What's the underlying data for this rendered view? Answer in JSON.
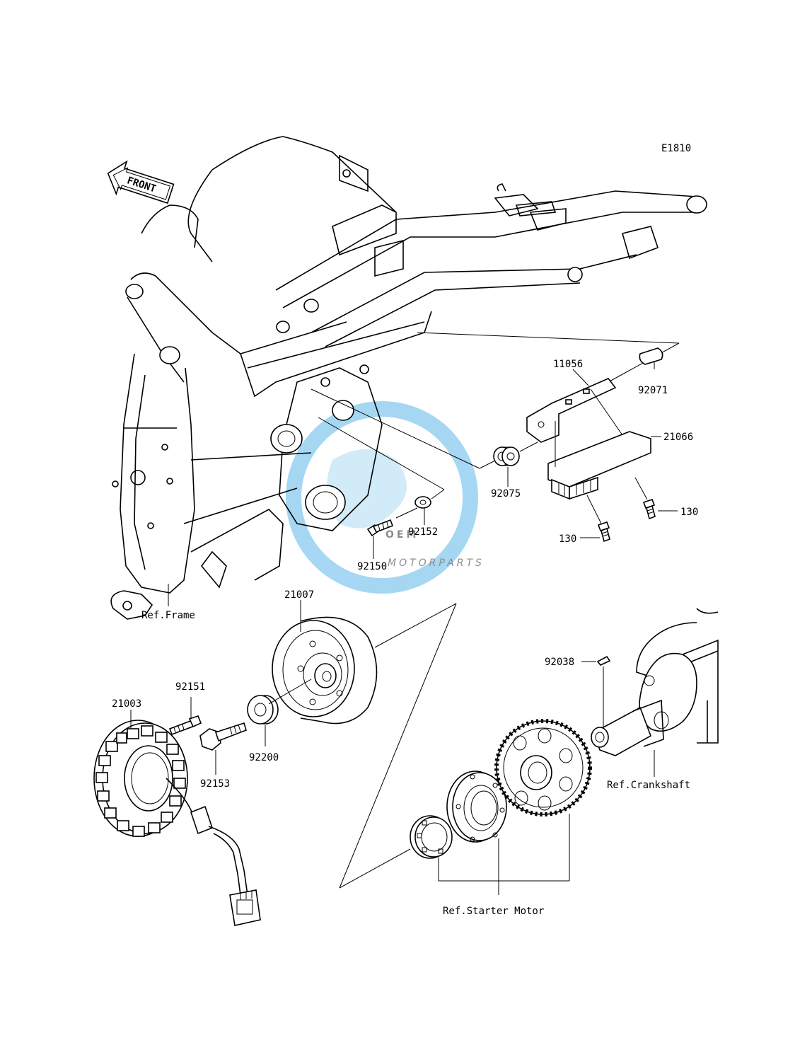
{
  "diagram": {
    "code": "E1810",
    "direction_label": "FRONT",
    "watermark": {
      "brand": "OEM",
      "subtitle": "MOTORPARTS"
    },
    "references": {
      "frame": "Ref.Frame",
      "crankshaft": "Ref.Crankshaft",
      "starter_motor": "Ref.Starter Motor"
    },
    "parts": {
      "p11056": "11056",
      "p92071": "92071",
      "p21066": "21066",
      "p92075": "92075",
      "p130a": "130",
      "p130b": "130",
      "p92152": "92152",
      "p92150": "92150",
      "p21007": "21007",
      "p92038": "92038",
      "p92151": "92151",
      "p21003": "21003",
      "p92200": "92200",
      "p92153": "92153"
    },
    "colors": {
      "line": "#000000",
      "watermark_blue": "#3aa7e6",
      "watermark_gray": "#b9bcc0"
    }
  }
}
